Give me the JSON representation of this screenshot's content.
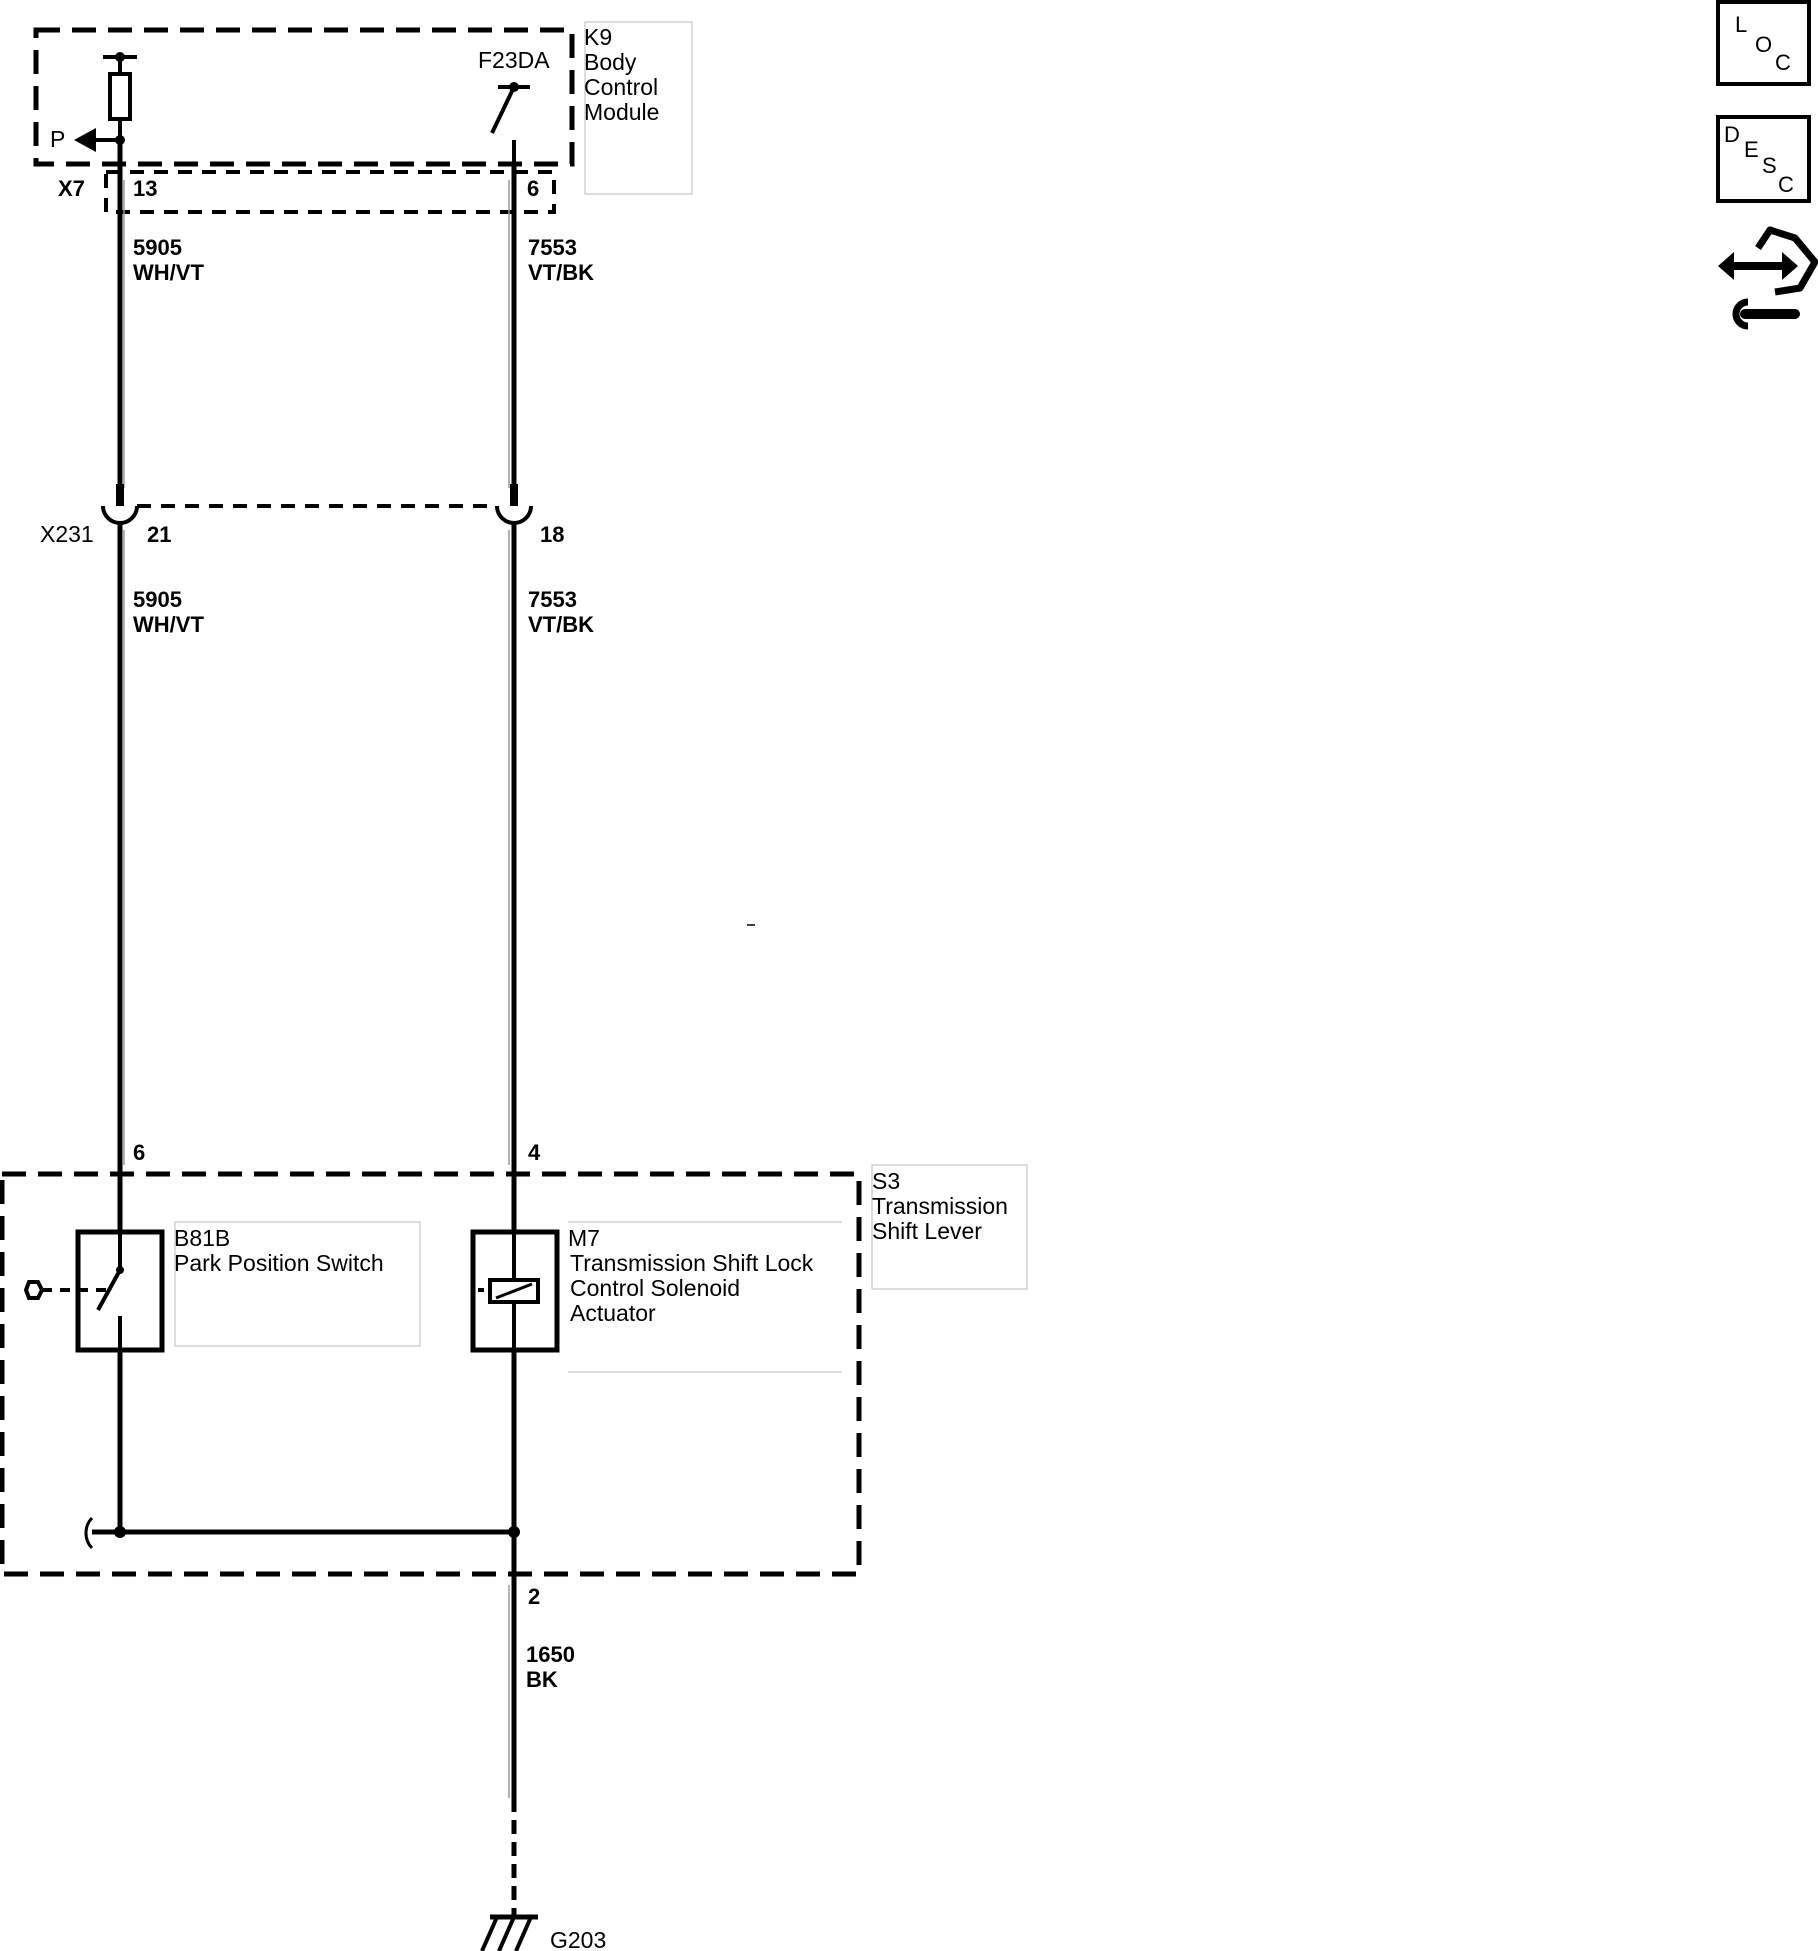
{
  "modules": {
    "k9": {
      "id": "K9",
      "line1": "Body",
      "line2": "Control",
      "line3": "Module"
    },
    "s3": {
      "id": "S3",
      "line1": "Transmission",
      "line2": "Shift Lever"
    },
    "b81b": {
      "id": "B81B",
      "name": "Park Position Switch"
    },
    "m7": {
      "id": "M7",
      "line1": "Transmission Shift Lock",
      "line2": "Control Solenoid",
      "line3": "Actuator"
    }
  },
  "labels": {
    "p_output": "P",
    "f23da": "F23DA",
    "connector_x7": "X7",
    "connector_x231": "X231",
    "ground": "G203"
  },
  "pins": {
    "x7_left": "13",
    "x7_right": "6",
    "x231_left": "21",
    "x231_right": "18",
    "s3_left": "6",
    "s3_right": "4",
    "s3_ground": "2"
  },
  "wires": {
    "w5905_upper": {
      "circuit": "5905",
      "color": "WH/VT"
    },
    "w7553_upper": {
      "circuit": "7553",
      "color": "VT/BK"
    },
    "w5905_lower": {
      "circuit": "5905",
      "color": "WH/VT"
    },
    "w7553_lower": {
      "circuit": "7553",
      "color": "VT/BK"
    },
    "w1650": {
      "circuit": "1650",
      "color": "BK"
    }
  },
  "toolbar": {
    "loc": {
      "l": "L",
      "o": "O",
      "c": "C"
    },
    "desc": {
      "d": "D",
      "e": "E",
      "s": "S",
      "c": "C"
    },
    "tool_icon": "connector-tool-icon"
  }
}
